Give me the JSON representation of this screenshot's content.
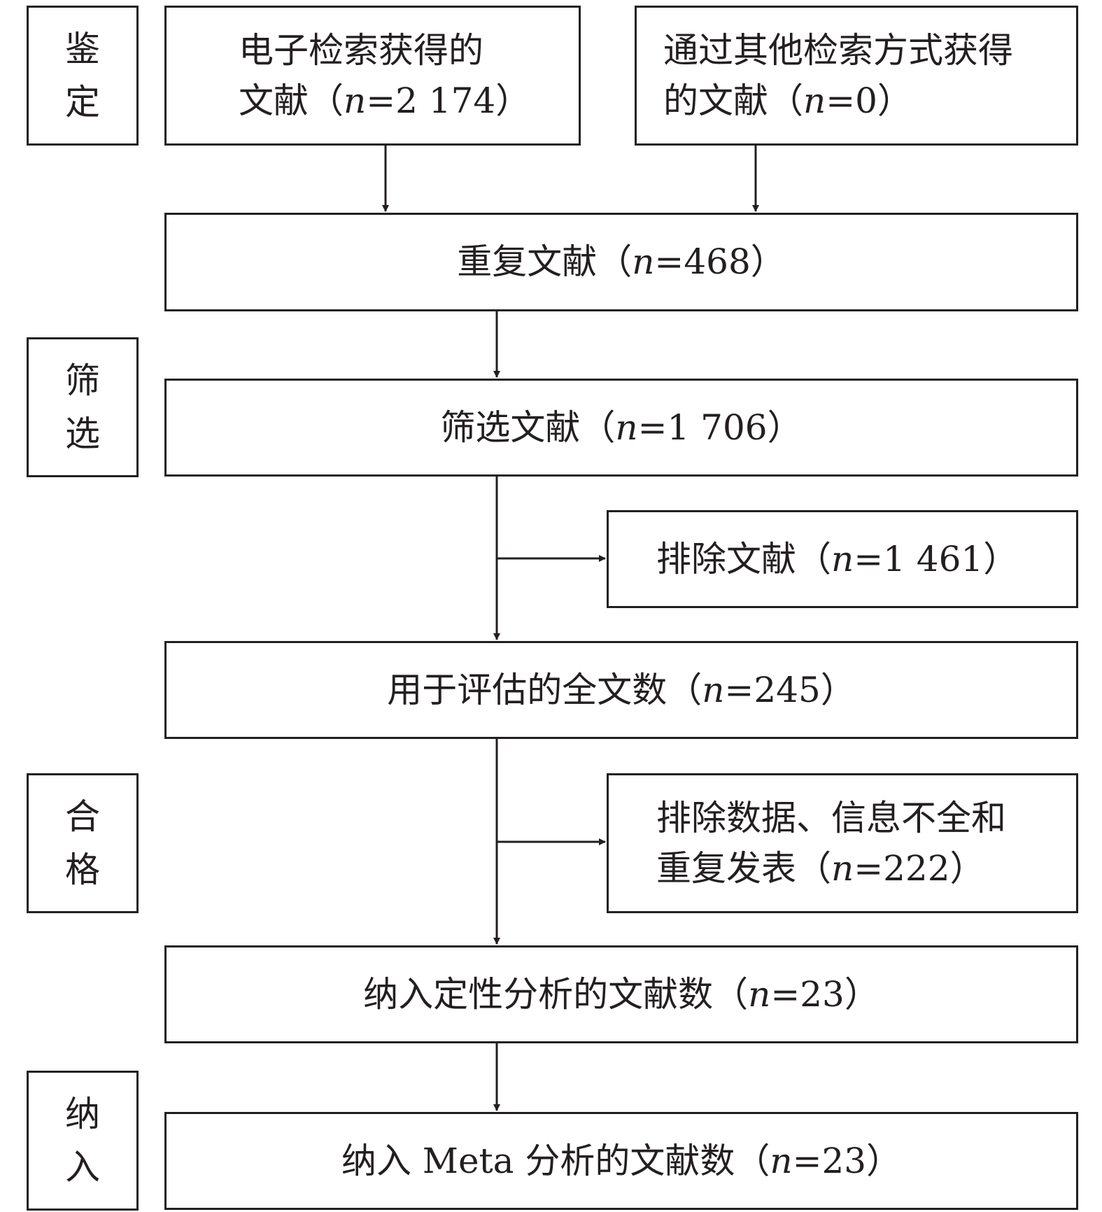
{
  "stages": {
    "identification": "鉴定",
    "screening": "筛选",
    "eligibility": "合格",
    "included": "纳入"
  },
  "boxes": {
    "electronic_search": {
      "line1": "电子检索获得的",
      "line2_prefix": "文献（",
      "n_label": "n",
      "line2_value": "=2 174）"
    },
    "other_search": {
      "line1": "通过其他检索方式获得",
      "line2_prefix": "的文献（",
      "n_label": "n",
      "line2_value": "=0）"
    },
    "duplicates": {
      "prefix": "重复文献（",
      "n_label": "n",
      "value": "=468）"
    },
    "screened": {
      "prefix": "筛选文献（",
      "n_label": "n",
      "value": "=1 706）"
    },
    "excluded_screening": {
      "prefix": "排除文献（",
      "n_label": "n",
      "value": "=1 461）"
    },
    "fulltext_assessed": {
      "prefix": "用于评估的全文数（",
      "n_label": "n",
      "value": "=245）"
    },
    "excluded_fulltext": {
      "line1": "排除数据、信息不全和",
      "line2_prefix": "重复发表（",
      "n_label": "n",
      "line2_value": "=222）"
    },
    "qualitative": {
      "prefix": "纳入定性分析的文献数（",
      "n_label": "n",
      "value": "=23）"
    },
    "meta_analysis": {
      "prefix": "纳入 Meta 分析的文献数（",
      "n_label": "n",
      "value": "=23）"
    }
  }
}
